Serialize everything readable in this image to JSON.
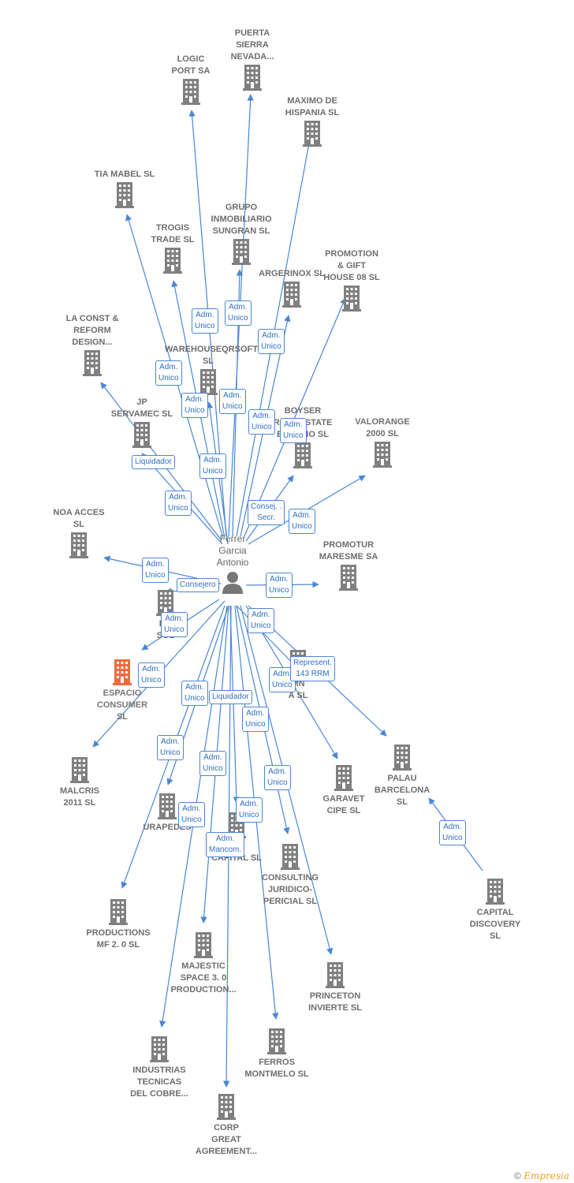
{
  "center": {
    "name": "Ferrer\nGarcia\nAntonio"
  },
  "colors": {
    "edge": "#4a86d6",
    "node": "#808080",
    "highlight": "#f26a3f"
  },
  "companies": [
    {
      "id": "puerta",
      "label": "PUERTA\nSIERRA\nNEVADA..."
    },
    {
      "id": "logic",
      "label": "LOGIC\nPORT SA"
    },
    {
      "id": "maximo",
      "label": "MAXIMO DE\nHISPANIA  SL"
    },
    {
      "id": "tia",
      "label": "TIA MABEL SL"
    },
    {
      "id": "grupo",
      "label": "GRUPO\nINMOBILIARIO\nSUNGRAN SL"
    },
    {
      "id": "trogis",
      "label": "TROGIS\nTRADE SL"
    },
    {
      "id": "argerinox",
      "label": "ARGERINOX SL"
    },
    {
      "id": "promotion",
      "label": "PROMOTION\n& GIFT\nHOUSE 08 SL"
    },
    {
      "id": "laconst",
      "label": "LA CONST &\nREFORM\nDESIGN..."
    },
    {
      "id": "warehouse",
      "label": "WAREHOUSEQRSOFT\nSL"
    },
    {
      "id": "jp",
      "label": "JP\nSERVAMEC  SL"
    },
    {
      "id": "boyser",
      "label": "BOYSER\nREAL ESTATE\nESTUDIO  SL"
    },
    {
      "id": "valorange",
      "label": "VALORANGE\n2000  SL"
    },
    {
      "id": "noa",
      "label": "NOA ACCES\nSL"
    },
    {
      "id": "promotur",
      "label": "PROMOTUR\nMARESME SA"
    },
    {
      "id": "bosol",
      "label": "BO\nSOL"
    },
    {
      "id": "espacio",
      "label": "ESPACIO\nCONSUMER\nSL"
    },
    {
      "id": "mn",
      "label": "MN\nA SL"
    },
    {
      "id": "malcris",
      "label": "MALCRIS\n2011 SL"
    },
    {
      "id": "palau",
      "label": "PALAU\nBARCELONA\nSL"
    },
    {
      "id": "garavet",
      "label": "GARAVET\nCIPE SL"
    },
    {
      "id": "urapedes",
      "label": "URAPEDES"
    },
    {
      "id": "acapital",
      "label": "A\nCAPITAL  SL"
    },
    {
      "id": "consulting",
      "label": "CONSULTING\nJURIDICO-\nPERICIAL  SL"
    },
    {
      "id": "capitaldisc",
      "label": "CAPITAL\nDISCOVERY\nSL"
    },
    {
      "id": "productions",
      "label": "PRODUCTIONS\nMF 2. 0  SL"
    },
    {
      "id": "majestic",
      "label": "MAJESTIC\nSPACE 3. 0\nPRODUCTION..."
    },
    {
      "id": "princeton",
      "label": "PRINCETON\nINVIERTE  SL"
    },
    {
      "id": "industrias",
      "label": "INDUSTRIAS\nTECNICAS\nDEL COBRE..."
    },
    {
      "id": "ferros",
      "label": "FERROS\nMONTMELO  SL"
    },
    {
      "id": "corp",
      "label": "CORP\nGREAT\nAGREEMENT..."
    }
  ],
  "badges": [
    {
      "id": "b1",
      "text": "Adm.\nUnico"
    },
    {
      "id": "b2",
      "text": "Adm.\nUnico"
    },
    {
      "id": "b3",
      "text": "Adm.\nUnico"
    },
    {
      "id": "b4",
      "text": "Adm.\nUnico"
    },
    {
      "id": "b5",
      "text": "Adm.\nUnico"
    },
    {
      "id": "b6",
      "text": "Adm.\nUnico"
    },
    {
      "id": "b7",
      "text": "Adm.\nUnico"
    },
    {
      "id": "b8",
      "text": "Adm.\nUnico"
    },
    {
      "id": "b9",
      "text": "Liquidador"
    },
    {
      "id": "b10",
      "text": "Adm.\nUnico"
    },
    {
      "id": "b11",
      "text": "Adm.\nUnico"
    },
    {
      "id": "b12",
      "text": "Consej. .\nSecr."
    },
    {
      "id": "b13",
      "text": "Adm.\nUnico"
    },
    {
      "id": "b14",
      "text": "Adm.\nUnico"
    },
    {
      "id": "b15",
      "text": "Consejero"
    },
    {
      "id": "b16",
      "text": "Adm.\nUnico"
    },
    {
      "id": "b17",
      "text": "Adm.\nUnico"
    },
    {
      "id": "b18",
      "text": "Adm.\nUnico"
    },
    {
      "id": "b19",
      "text": "Adm.\nUnico"
    },
    {
      "id": "b20",
      "text": "Represent.\n143 RRM"
    },
    {
      "id": "b21",
      "text": "Adm.\nUnico"
    },
    {
      "id": "b22",
      "text": "Adm.\nUnico"
    },
    {
      "id": "b23",
      "text": "Liquidador"
    },
    {
      "id": "b24",
      "text": "Adm.\nUnico"
    },
    {
      "id": "b25",
      "text": "Adm.\nUnico"
    },
    {
      "id": "b26",
      "text": "Adm.\nUnico"
    },
    {
      "id": "b27",
      "text": "Adm.\nUnico"
    },
    {
      "id": "b28",
      "text": "Adm.\nUnico"
    },
    {
      "id": "b29",
      "text": "Adm.\nMancom."
    },
    {
      "id": "b30",
      "text": "Adm.\nUnico"
    },
    {
      "id": "b31",
      "text": "Adm.\nUnico"
    }
  ],
  "footer": {
    "copyright": "©",
    "brand": "Empresia"
  }
}
